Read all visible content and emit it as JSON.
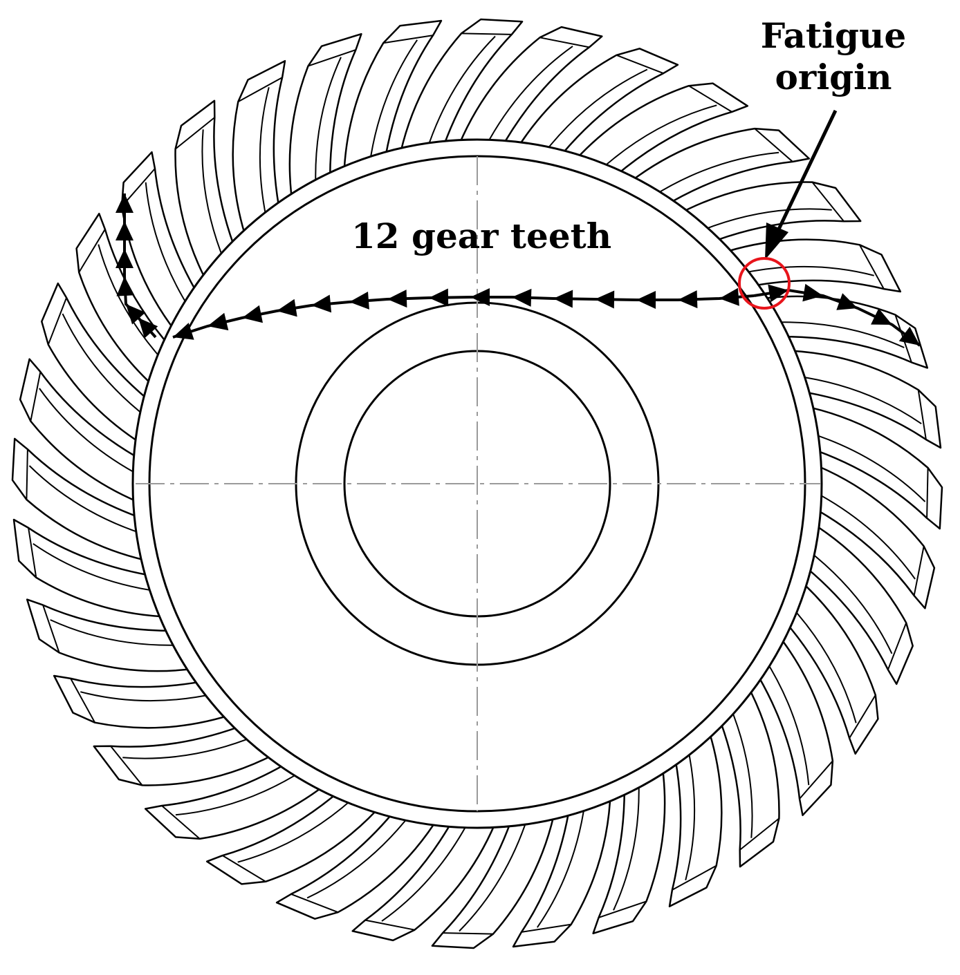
{
  "labels": {
    "fatigue_origin_line1": "Fatigue",
    "fatigue_origin_line2": "origin",
    "crack_span": "12 gear teeth"
  },
  "gear": {
    "tooth_count": 36
  },
  "colors": {
    "line": "#000000",
    "highlight": "#e8141b",
    "centerline": "#9a9a9a",
    "background": "#ffffff"
  }
}
